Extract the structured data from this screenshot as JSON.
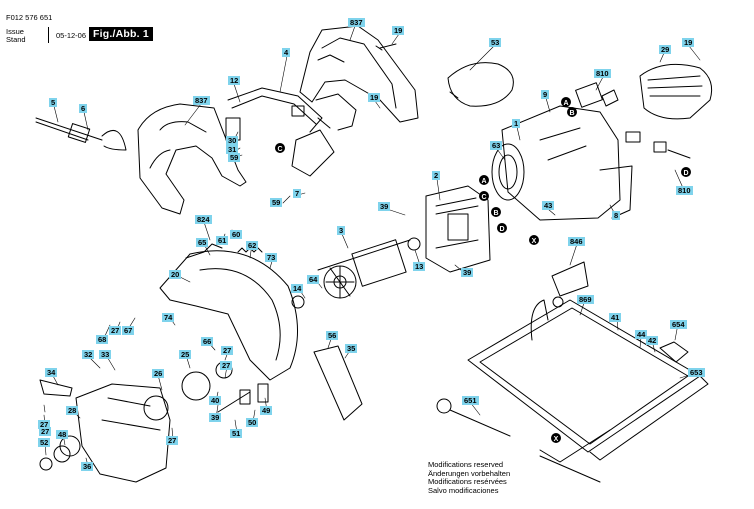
{
  "header": {
    "doc_number": "F012 576 651",
    "issue_label": "Issue",
    "stand_label": "Stand",
    "date": "05-12-06",
    "figure_label": "Fig./Abb. 1"
  },
  "footer": {
    "lines": [
      "Modifications reserved",
      "Änderungen vorbehalten",
      "Modifications resérvées",
      "Salvo modificaciones"
    ]
  },
  "callout_color": "#7fd3ec",
  "labels": [
    {
      "id": "l-837a",
      "text": "837"
    },
    {
      "id": "l-19a",
      "text": "19"
    },
    {
      "id": "l-53",
      "text": "53"
    },
    {
      "id": "l-29",
      "text": "29"
    },
    {
      "id": "l-19b",
      "text": "19"
    },
    {
      "id": "l-4",
      "text": "4"
    },
    {
      "id": "l-810a",
      "text": "810"
    },
    {
      "id": "l-9",
      "text": "9"
    },
    {
      "id": "l-12",
      "text": "12"
    },
    {
      "id": "l-837b",
      "text": "837"
    },
    {
      "id": "l-5",
      "text": "5"
    },
    {
      "id": "l-6",
      "text": "6"
    },
    {
      "id": "l-19c",
      "text": "19"
    },
    {
      "id": "l-1",
      "text": "1"
    },
    {
      "id": "l-30",
      "text": "30"
    },
    {
      "id": "l-31",
      "text": "31"
    },
    {
      "id": "l-63",
      "text": "63"
    },
    {
      "id": "l-59a",
      "text": "59"
    },
    {
      "id": "l-810b",
      "text": "810"
    },
    {
      "id": "l-2",
      "text": "2"
    },
    {
      "id": "l-59b",
      "text": "59"
    },
    {
      "id": "l-7",
      "text": "7"
    },
    {
      "id": "l-39a",
      "text": "39"
    },
    {
      "id": "l-43",
      "text": "43"
    },
    {
      "id": "l-8",
      "text": "8"
    },
    {
      "id": "l-824",
      "text": "824"
    },
    {
      "id": "l-61",
      "text": "61"
    },
    {
      "id": "l-60",
      "text": "60"
    },
    {
      "id": "l-65",
      "text": "65"
    },
    {
      "id": "l-3",
      "text": "3"
    },
    {
      "id": "l-62",
      "text": "62"
    },
    {
      "id": "l-846",
      "text": "846"
    },
    {
      "id": "l-73",
      "text": "73"
    },
    {
      "id": "l-13",
      "text": "13"
    },
    {
      "id": "l-39b",
      "text": "39"
    },
    {
      "id": "l-20",
      "text": "20"
    },
    {
      "id": "l-64",
      "text": "64"
    },
    {
      "id": "l-14",
      "text": "14"
    },
    {
      "id": "l-869",
      "text": "869"
    },
    {
      "id": "l-67",
      "text": "67"
    },
    {
      "id": "l-27a",
      "text": "27"
    },
    {
      "id": "l-68",
      "text": "68"
    },
    {
      "id": "l-74",
      "text": "74"
    },
    {
      "id": "l-41",
      "text": "41"
    },
    {
      "id": "l-654",
      "text": "654"
    },
    {
      "id": "l-56",
      "text": "56"
    },
    {
      "id": "l-44",
      "text": "44"
    },
    {
      "id": "l-42",
      "text": "42"
    },
    {
      "id": "l-66",
      "text": "66"
    },
    {
      "id": "l-32",
      "text": "32"
    },
    {
      "id": "l-33",
      "text": "33"
    },
    {
      "id": "l-27b",
      "text": "27"
    },
    {
      "id": "l-25",
      "text": "25"
    },
    {
      "id": "l-27c",
      "text": "27"
    },
    {
      "id": "l-35",
      "text": "35"
    },
    {
      "id": "l-653",
      "text": "653"
    },
    {
      "id": "l-34",
      "text": "34"
    },
    {
      "id": "l-26",
      "text": "26"
    },
    {
      "id": "l-651",
      "text": "651"
    },
    {
      "id": "l-27d",
      "text": "27"
    },
    {
      "id": "l-28",
      "text": "28"
    },
    {
      "id": "l-40",
      "text": "40"
    },
    {
      "id": "l-49",
      "text": "49"
    },
    {
      "id": "l-50",
      "text": "50"
    },
    {
      "id": "l-51",
      "text": "51"
    },
    {
      "id": "l-39c",
      "text": "39"
    },
    {
      "id": "l-52",
      "text": "52"
    },
    {
      "id": "l-48",
      "text": "48"
    },
    {
      "id": "l-27e",
      "text": "27"
    },
    {
      "id": "l-36",
      "text": "36"
    },
    {
      "id": "l-27f",
      "text": "27"
    }
  ],
  "markers": [
    {
      "id": "m-A1",
      "text": "A"
    },
    {
      "id": "m-B1",
      "text": "B"
    },
    {
      "id": "m-C1",
      "text": "C"
    },
    {
      "id": "m-A2",
      "text": "A"
    },
    {
      "id": "m-C2",
      "text": "C"
    },
    {
      "id": "m-B2",
      "text": "B"
    },
    {
      "id": "m-D1",
      "text": "D"
    },
    {
      "id": "m-D2",
      "text": "D"
    },
    {
      "id": "m-X1",
      "text": "X"
    },
    {
      "id": "m-X2",
      "text": "X"
    }
  ]
}
